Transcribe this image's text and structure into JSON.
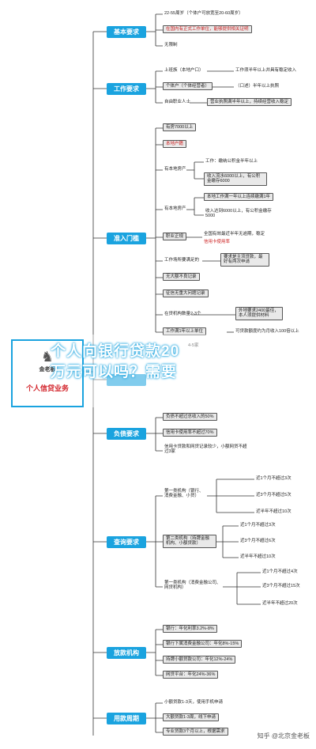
{
  "root": {
    "brand": "金老板",
    "title": "个人信贷业务"
  },
  "watermark": {
    "line1": "个人向银行贷款20",
    "line2": "万元可以吗？需要"
  },
  "footer": "知乎 @北京金老板",
  "categories": {
    "basic": "基本要求",
    "work": "工作要求",
    "entry": "准入门槛",
    "blank": "",
    "debt": "负债要求",
    "query": "查询要求",
    "institution": "放款机构",
    "usage": "用款周期"
  },
  "basic": [
    "22-55周岁（个体户可放宽至20-60周岁）",
    "在国内有正式工作单位，能够提供相关证明",
    "无限制"
  ],
  "work": {
    "items": [
      "上班族（本地户口）",
      "个体户（个体经营者）",
      "自由职业人士"
    ],
    "notes": [
      "工作须半年以上并具有稳定收入",
      "（口述）半年以上执照",
      "营业执照满半年以上，持续经营收入稳定"
    ]
  },
  "entry": {
    "items": [
      "有房7000以上",
      "本地户籍",
      "有本地房产",
      "有本地房产",
      "职业正规",
      "工作场所要满足的",
      "无大额不良记录",
      "征信无重大问题记录",
      "在贷机构数量2-3个",
      "工作满1年以上单位",
      "4-5家"
    ],
    "subs": [
      "工作：缴纳公积金半年以上",
      "收入流水6000以上，有公积金缴存6000",
      "本地工作满一年以上连续缴满1年",
      "收入达到6000以上，有公积金缴存5000",
      "全国有效最近半年无逾期，稳定",
      "信用卡使用率",
      "要求是主流贷款，最好有两次申请",
      "外地要求2400最佳，本人须提供材料",
      "可贷款额度约为月收入100倍以上"
    ]
  },
  "debt": [
    "负债不超过总收入的50%",
    "信用卡使用率不超过70%",
    "信用卡贷款和网贷记录较少，小额网贷不超过3家"
  ],
  "query": {
    "groups": [
      "第一类机构（银行、消费金融、小贷）",
      "第二类机构（持牌金融机构、小额贷款）",
      "第一类机构（消费金融公司、网贷机构）"
    ],
    "rates": [
      "近1个月不超过3次",
      "近3个月不超过5次",
      "近半年不超过10次",
      "近1个月不超过3次",
      "近3个月不超过6次",
      "近半年不超过10次",
      "近1个月不超过4次",
      "近3个月不超过15次",
      "近半年不超过20次"
    ]
  },
  "institution": [
    "银行：年化利率3.2%-8%",
    "银行下属消费金融公司：年化8%-15%",
    "持牌小额贷款公司：年化12%-24%",
    "网贷平台：年化24%-36%"
  ],
  "usage": [
    "小额贷款1-3天，使用手机申请",
    "大额贷款1-3周，线下申请",
    "专业贷款3个月以上，根据需求"
  ]
}
